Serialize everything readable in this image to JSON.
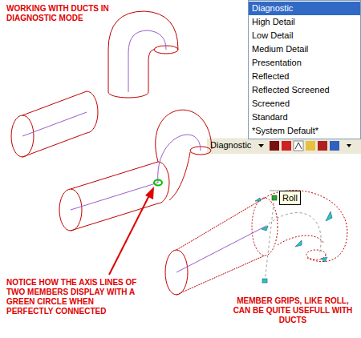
{
  "diagram": {
    "title": "WORKING WITH DUCTS IN DIAGNOSTIC MODE",
    "nodes": [
      {
        "text": [
          "Diagnostic",
          "High Detail",
          "Low Detail",
          "Medium Detail",
          "Presentation",
          "Reflected",
          "Reflected Screened",
          "Screened",
          "Standard",
          "*System Default*"
        ]
      },
      {
        "text": [
          "Diagnostic"
        ]
      },
      {
        "text": [
          "Roll"
        ]
      }
    ],
    "labels": [
      "NOTICE HOW THE AXIS LINES OF TWO MEMBERS DISPLAY WITH A GREEN CIRCLE WHEN PERFECTLY CONNECTED",
      "MEMBER GRIPS, LIKE ROLL, CAN BE QUITE USEFULL WITH DUCTS"
    ]
  }
}
